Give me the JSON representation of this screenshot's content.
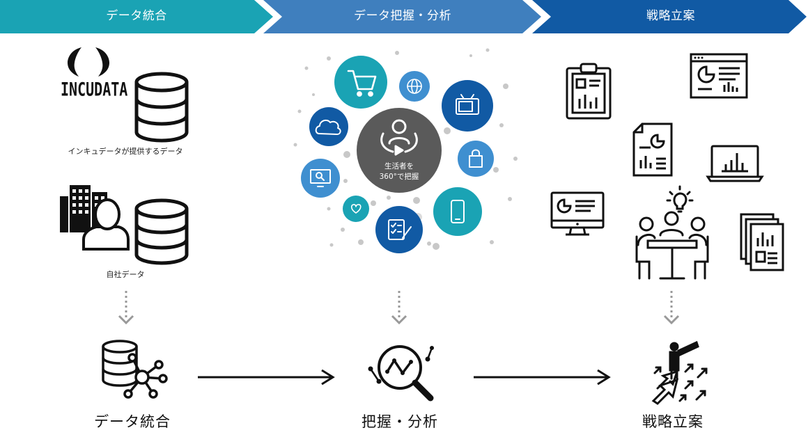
{
  "banner": {
    "step1": "データ統合",
    "step2": "データ把握・分析",
    "step3": "戦略立案",
    "colors": [
      "#1aa3b4",
      "#3f7fbe",
      "#115aa4"
    ]
  },
  "column1": {
    "logo_text": "INCUDATA",
    "source1_label": "インキュデータが提供するデータ",
    "source2_label": "自社データ",
    "bottom_label": "データ統合"
  },
  "column2": {
    "center_line1": "生活者を",
    "center_line2": "360°で把握",
    "bottom_label": "把握・分析"
  },
  "column3": {
    "bottom_label": "戦略立案"
  }
}
